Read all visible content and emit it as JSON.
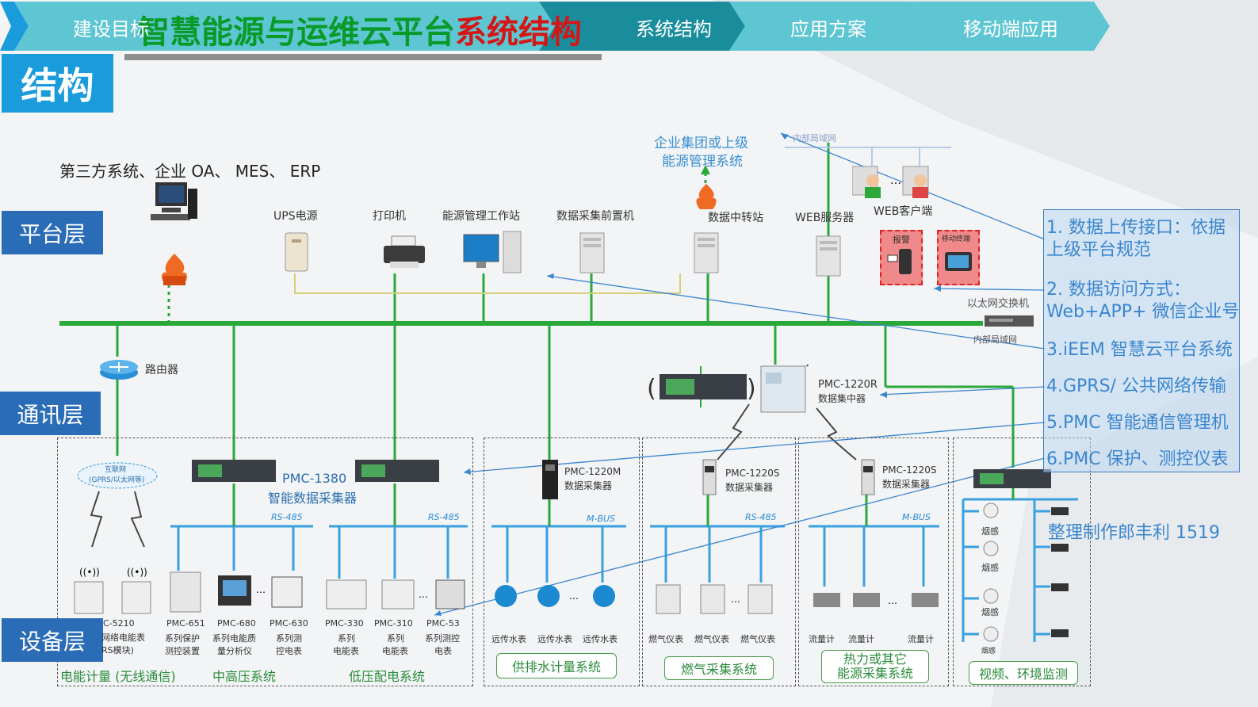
{
  "nav": {
    "steps": [
      "建设目标",
      "系统结构",
      "应用方案",
      "移动端应用"
    ],
    "overlay_title_green": "智慧能源与运维云平台",
    "overlay_title_red": "系统结构"
  },
  "section_tag": "结构",
  "layers": {
    "platform": "平台层",
    "comm": "通讯层",
    "device": "设备层"
  },
  "top": {
    "third_party": "第三方系统、企业 OA、 MES、 ERP",
    "enterprise_group": [
      "企业集团或上级",
      "能源管理系统"
    ],
    "internet": "内部局域网"
  },
  "platform_devices": {
    "ups": "UPS电源",
    "printer": "打印机",
    "workstation": "能源管理工作站",
    "frontend": "数据采集前置机",
    "transfer": "数据中转站",
    "web_server": "WEB服务器",
    "web_client": "WEB客户端",
    "alarm": "报警",
    "mobile": "移动终端",
    "switch": "以太网交换机",
    "lan": "内部局域网"
  },
  "comm": {
    "router": "路由器",
    "pmc1220r": [
      "PMC-1220R",
      "数据集中器"
    ]
  },
  "device_layer": {
    "gprs_cloud": [
      "互联网",
      "(GPRS/以太网等)"
    ],
    "pmc1380": [
      "PMC-1380",
      "智能数据采集器"
    ],
    "pmc1220m": [
      "PMC-1220M",
      "数据采集器"
    ],
    "pmc1220s_a": [
      "PMC-1220S",
      "数据采集器"
    ],
    "pmc1220s_b": [
      "PMC-1220S",
      "数据采集器"
    ],
    "bus_labels": [
      "RS-485",
      "RS-485",
      "M-BUS",
      "RS-485",
      "M-BUS"
    ],
    "wireless_meter": [
      "C-5210",
      "网络电能表",
      "RS模块)"
    ],
    "mv_devices": [
      {
        "model": "PMC-651",
        "desc": [
          "系列保护",
          "测控装置"
        ]
      },
      {
        "model": "PMC-680",
        "desc": [
          "系列电能质",
          "量分析仪"
        ]
      },
      {
        "model": "PMC-630",
        "desc": [
          "系列测",
          "控电表"
        ]
      }
    ],
    "lv_devices": [
      {
        "model": "PMC-330",
        "desc": [
          "系列",
          "电能表"
        ]
      },
      {
        "model": "PMC-310",
        "desc": [
          "系列",
          "电能表"
        ]
      },
      {
        "model": "PMC-53",
        "desc": [
          "系列测控",
          "电表"
        ]
      }
    ],
    "water_label": "远传水表",
    "gas_label": "燃气仪表",
    "flow_label": "流量计",
    "env_labels": [
      "烟感",
      "烟感",
      "烟感",
      "烟感"
    ],
    "subsystems": {
      "wireless": "电能计量 (无线通信)",
      "mv": "中高压系统",
      "lv": "低压配电系统",
      "water": "供排水计量系统",
      "gas": "燃气采集系统",
      "heat": [
        "热力或其它",
        "能源采集系统"
      ],
      "video": "视频、环境监测"
    }
  },
  "notes": [
    "1. 数据上传接口：依据上级平台规范",
    "2. 数据访问方式：Web+APP+ 微信企业号",
    "3.iEEM 智慧云平台系统",
    "4.GPRS/ 公共网络传输",
    "5.PMC 智能通信管理机",
    "6.PMC 保护、测控仪表"
  ],
  "credit": "整理制作郎丰利 1519",
  "colors": {
    "nav_teal": "#4cc2cf",
    "nav_active": "#1a8d9c",
    "accent_blue": "#1a9bdc",
    "layer_blue": "#2b6cb7",
    "bus_green": "#2aa83a",
    "rs_blue": "#3aa0e0",
    "title_green": "#0a9a2a",
    "title_red": "#d41616"
  }
}
